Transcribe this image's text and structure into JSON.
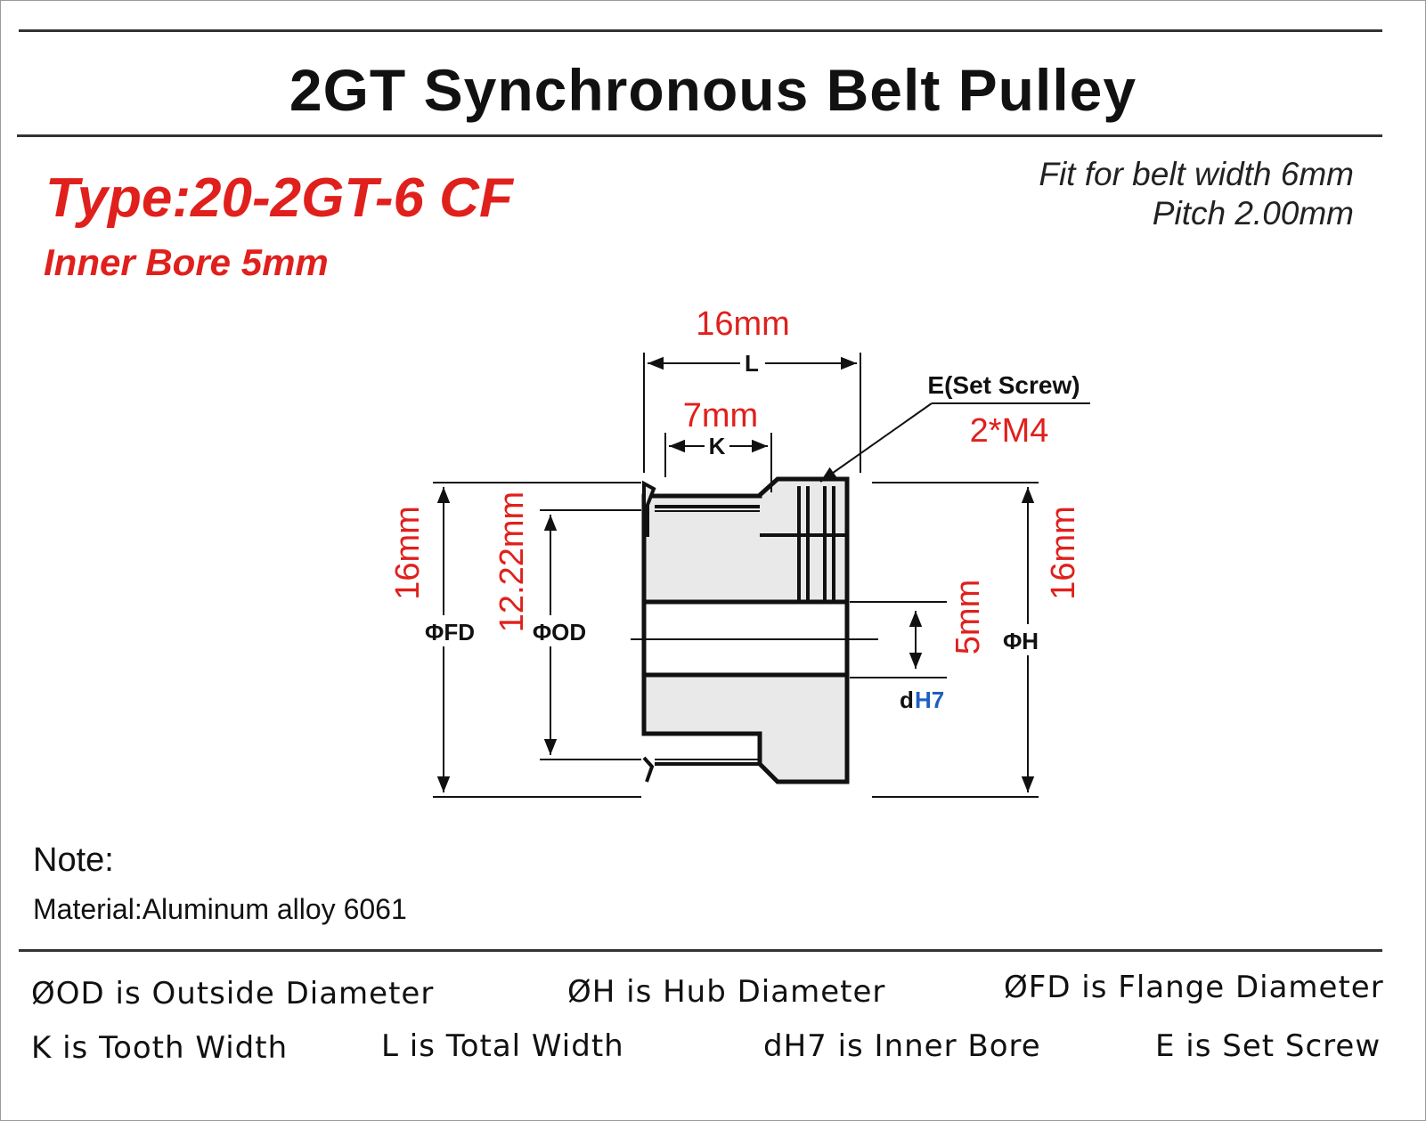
{
  "title": "2GT Synchronous Belt Pulley",
  "type_label": "Type:20-2GT-6 CF",
  "bore_label": "Inner Bore 5mm",
  "fit_label": "Fit for belt width 6mm",
  "pitch_label": "Pitch 2.00mm",
  "dimensions": {
    "L_value": "16mm",
    "L_symbol": "L",
    "K_value": "7mm",
    "K_symbol": "K",
    "set_screw_label": "E(Set Screw)",
    "set_screw_value": "2*M4",
    "FD_value": "16mm",
    "FD_symbol": "ΦFD",
    "OD_value": "12.22mm",
    "OD_symbol": "ΦOD",
    "bore_value": "5mm",
    "bore_symbol_d": "d",
    "bore_symbol_h7": "H7",
    "H_value": "16mm",
    "H_symbol": "ΦH"
  },
  "note_title": "Note:",
  "material": "Material:Aluminum alloy 6061",
  "legend": {
    "od": "ØOD is Outside Diameter",
    "h": "ØH is Hub Diameter",
    "fd": "ØFD is Flange Diameter",
    "k": "K is Tooth Width",
    "l": "L is Total Width",
    "dh7": "dH7 is Inner Bore",
    "e": "E is Set Screw"
  },
  "colors": {
    "red": "#e0201c",
    "blue": "#1f5fc0",
    "black": "#111111",
    "body_fill": "#e9e9e9"
  }
}
